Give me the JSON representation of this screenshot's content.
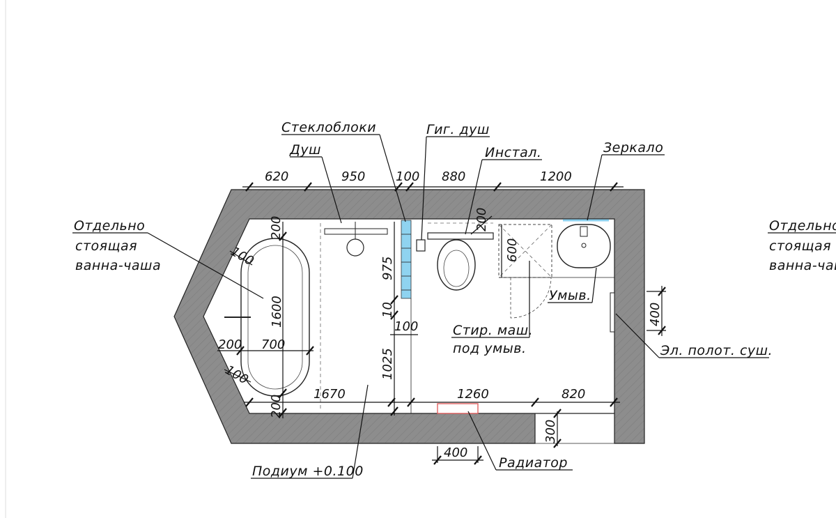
{
  "labels": {
    "glass_blocks": "Стеклоблоки",
    "hygienic_shower": "Гиг. душ",
    "shower": "Душ",
    "installation": "Инстал.",
    "mirror": "Зеркало",
    "bathtub_line1": "Отдельно",
    "bathtub_line2": "стоящая",
    "bathtub_line3": "ванна-чаша",
    "washbasin": "Умыв.",
    "washing_machine_line1": "Стир. маш.",
    "washing_machine_line2": "под умыв.",
    "towel_dryer": "Эл. полот. суш.",
    "radiator": "Радиатор",
    "podium": "Подиум +0.100",
    "right_repeat_line1": "Отдельно",
    "right_repeat_line2": "стоящая",
    "right_repeat_line3": "ванна-чаша"
  },
  "dimensions": {
    "top_620": "620",
    "top_950": "950",
    "top_100": "100",
    "top_880": "880",
    "top_1200": "1200",
    "tub_gap_top": "200",
    "tub_left_top": "100",
    "tub_length": "1600",
    "tub_left_bottom": "100",
    "tub_bottom_gap": "200",
    "tub_200_left": "200",
    "tub_width": "700",
    "glass_975": "975",
    "glass_10": "10",
    "glass_100": "100",
    "podium_1025": "1025",
    "bottom_1670": "1670",
    "bottom_1260": "1260",
    "bottom_820": "820",
    "install_200": "200",
    "washer_600": "600",
    "towel_400": "400",
    "door_300": "300",
    "radiator_400": "400"
  },
  "colors": {
    "wall": "#8d8d8d",
    "glass_blocks": "#8fd3f0",
    "radiator": "#e06060",
    "mirror": "#8fd3f0"
  }
}
